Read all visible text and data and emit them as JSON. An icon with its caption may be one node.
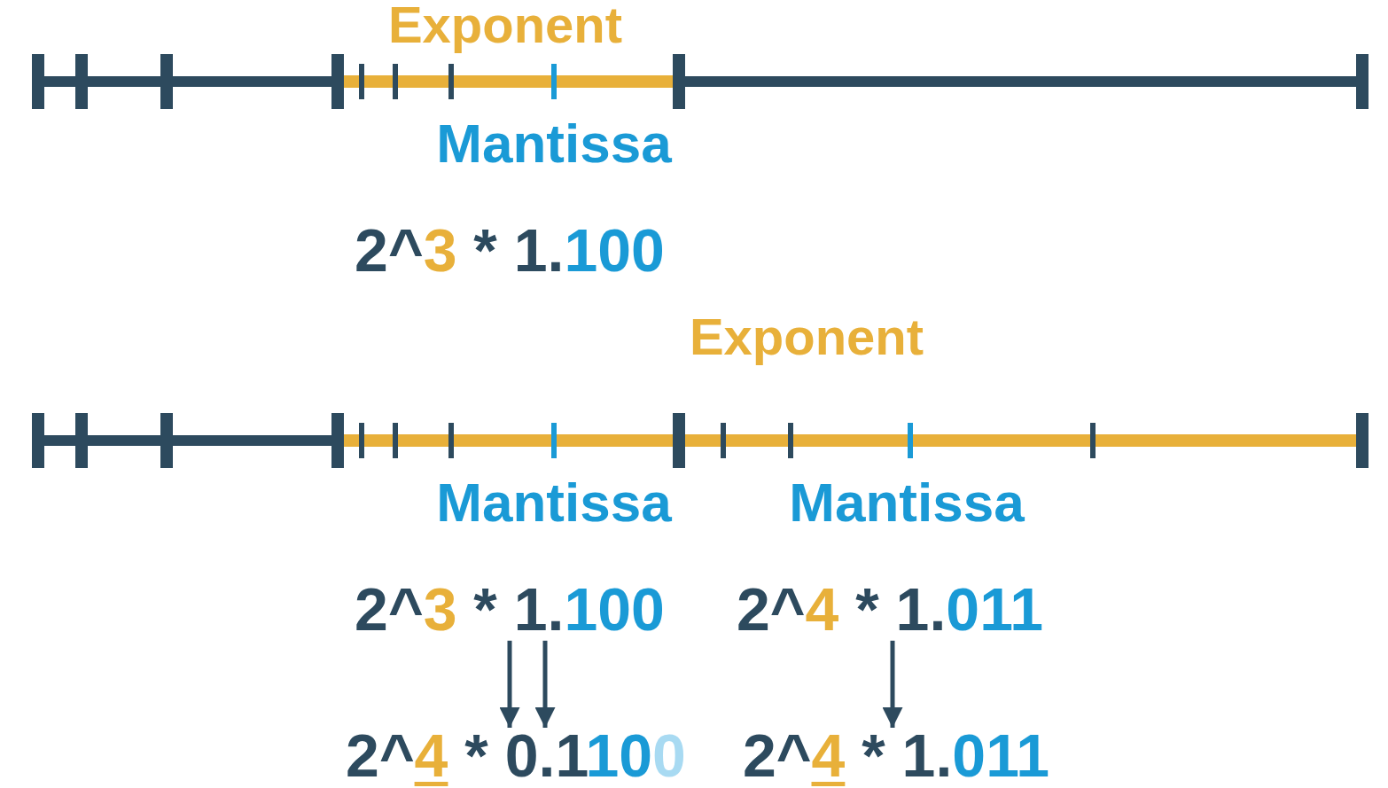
{
  "diagram": {
    "nodes": [
      {
        "text": [
          "2^3 * 1.100"
        ]
      },
      {
        "text": [
          "2^4 * 0.1100"
        ]
      },
      {
        "text": [
          "2^4 * 1.011"
        ]
      },
      {
        "text": [
          "2^4 * 1.011"
        ]
      }
    ],
    "edges": [
      {
        "from": 0,
        "to": 1,
        "arrow": "to"
      },
      {
        "from": 0,
        "to": 1,
        "arrow": "to"
      },
      {
        "from": 2,
        "to": 3,
        "arrow": "to"
      }
    ],
    "labels": [
      "Exponent",
      "Mantissa",
      "2^3 * 1.100",
      "Exponent",
      "Mantissa",
      "Mantissa"
    ]
  }
}
